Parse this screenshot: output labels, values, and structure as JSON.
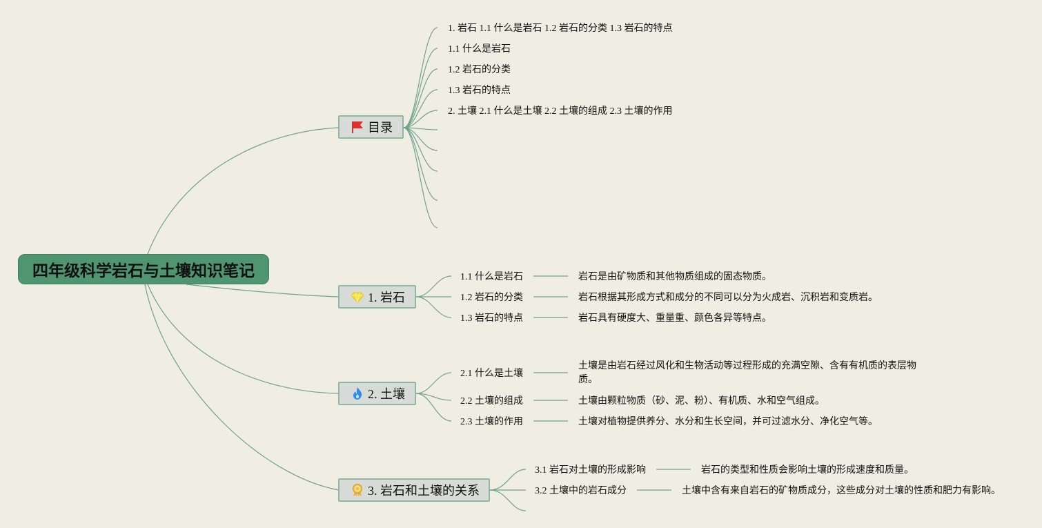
{
  "root": {
    "title": "四年级科学岩石与土壤知识笔记"
  },
  "colors": {
    "background": "#f0ede3",
    "root_fill": "#4f9670",
    "branch_fill": "#d9dbd8",
    "branch_border": "#8cb8a5",
    "line": "#6ea38c"
  },
  "toc": {
    "label": "目录",
    "icon": "red-flag-icon",
    "items": [
      "1. 岩石 1.1 什么是岩石 1.2 岩石的分类 1.3 岩石的特点",
      "1.1 什么是岩石",
      "1.2 岩石的分类",
      "1.3 岩石的特点",
      "2. 土壤 2.1 什么是土壤 2.2 土壤的组成 2.3 土壤的作用",
      "",
      "",
      "",
      "",
      ""
    ]
  },
  "rock": {
    "label": "1. 岩石",
    "icon": "yellow-gem-icon",
    "items": [
      {
        "title": "1.1 什么是岩石",
        "text": "岩石是由矿物质和其他物质组成的固态物质。"
      },
      {
        "title": "1.2 岩石的分类",
        "text": "岩石根据其形成方式和成分的不同可以分为火成岩、沉积岩和变质岩。"
      },
      {
        "title": "1.3 岩石的特点",
        "text": "岩石具有硬度大、重量重、颜色各异等特点。"
      }
    ]
  },
  "soil": {
    "label": "2. 土壤",
    "icon": "blue-flame-icon",
    "items": [
      {
        "title": "2.1 什么是土壤",
        "text": "土壤是由岩石经过风化和生物活动等过程形成的充满空隙、含有有机质的表层物质。"
      },
      {
        "title": "2.2 土壤的组成",
        "text": "土壤由颗粒物质（砂、泥、粉）、有机质、水和空气组成。"
      },
      {
        "title": "2.3 土壤的作用",
        "text": "土壤对植物提供养分、水分和生长空间，并可过滤水分、净化空气等。"
      }
    ]
  },
  "relation": {
    "label": "3. 岩石和土壤的关系",
    "icon": "gold-medal-icon",
    "items": [
      {
        "title": "3.1 岩石对土壤的形成影响",
        "text": "岩石的类型和性质会影响土壤的形成速度和质量。"
      },
      {
        "title": "3.2 土壤中的岩石成分",
        "text": "土壤中含有来自岩石的矿物质成分，这些成分对土壤的性质和肥力有影响。"
      },
      {
        "title": "",
        "text": ""
      }
    ]
  }
}
